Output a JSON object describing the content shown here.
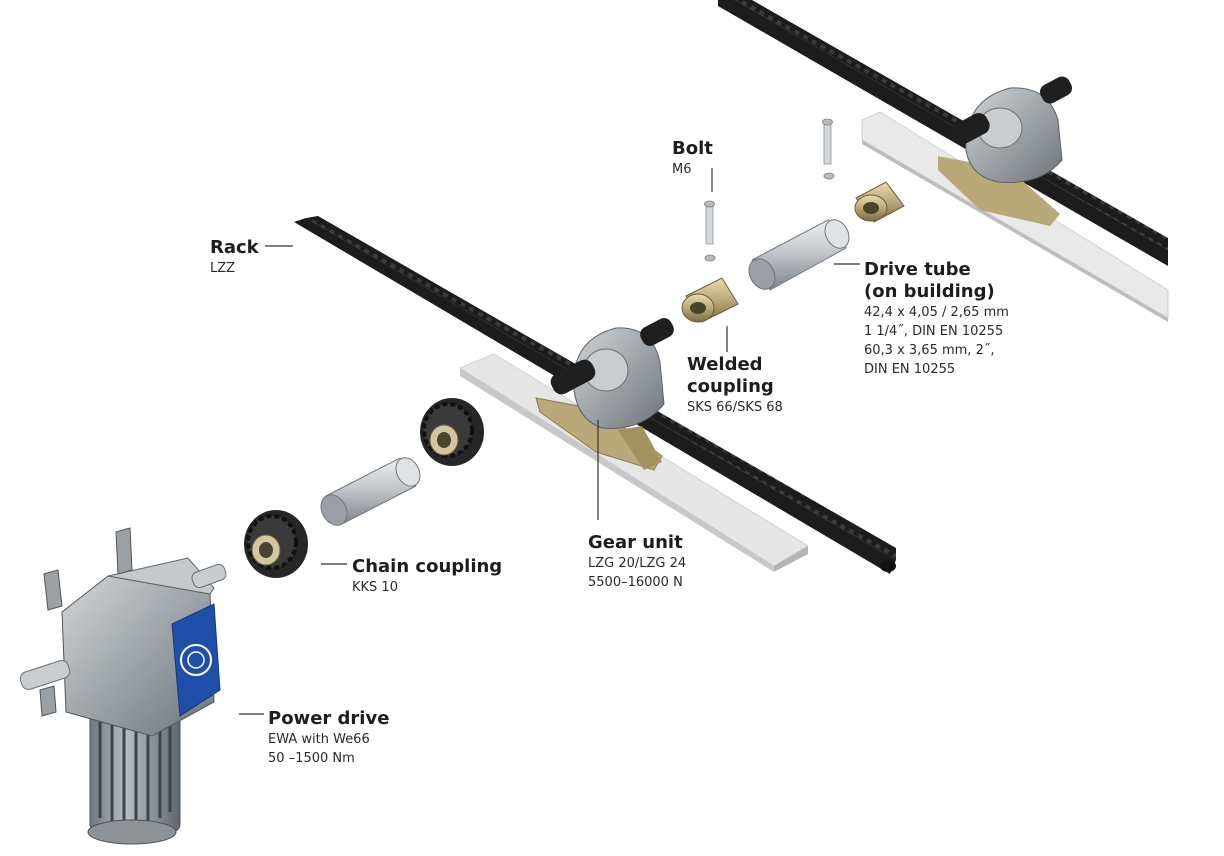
{
  "labels": {
    "bolt": {
      "title": "Bolt",
      "lines": [
        "M6"
      ]
    },
    "rack": {
      "title": "Rack",
      "lines": [
        "LZZ"
      ]
    },
    "drive_tube": {
      "title_lines": [
        "Drive tube",
        "(on building)"
      ],
      "lines": [
        "42,4 x 4,05 / 2,65 mm",
        "1 1/4˝, DIN EN 10255",
        "60,3 x 3,65 mm, 2˝,",
        "DIN EN 10255"
      ]
    },
    "welded_coupling": {
      "title_lines": [
        "Welded",
        "coupling"
      ],
      "lines": [
        "SKS 66/SKS 68"
      ]
    },
    "gear_unit": {
      "title": "Gear unit",
      "lines": [
        "LZG 20/LZG 24",
        "5500–16000 N"
      ]
    },
    "chain_coupling": {
      "title": "Chain coupling",
      "lines": [
        "KKS 10"
      ]
    },
    "power_drive": {
      "title": "Power drive",
      "lines": [
        "EWA with We66",
        "50 –1500 Nm"
      ]
    }
  },
  "colors": {
    "rack": "#1c1c1c",
    "base_plate": "#e6e6e6",
    "housing": "#9ea4a8",
    "tube": "#c4c8cc",
    "brass": "#b9a978",
    "motor_badge": "#1f4fa8",
    "leader": "#333333"
  }
}
